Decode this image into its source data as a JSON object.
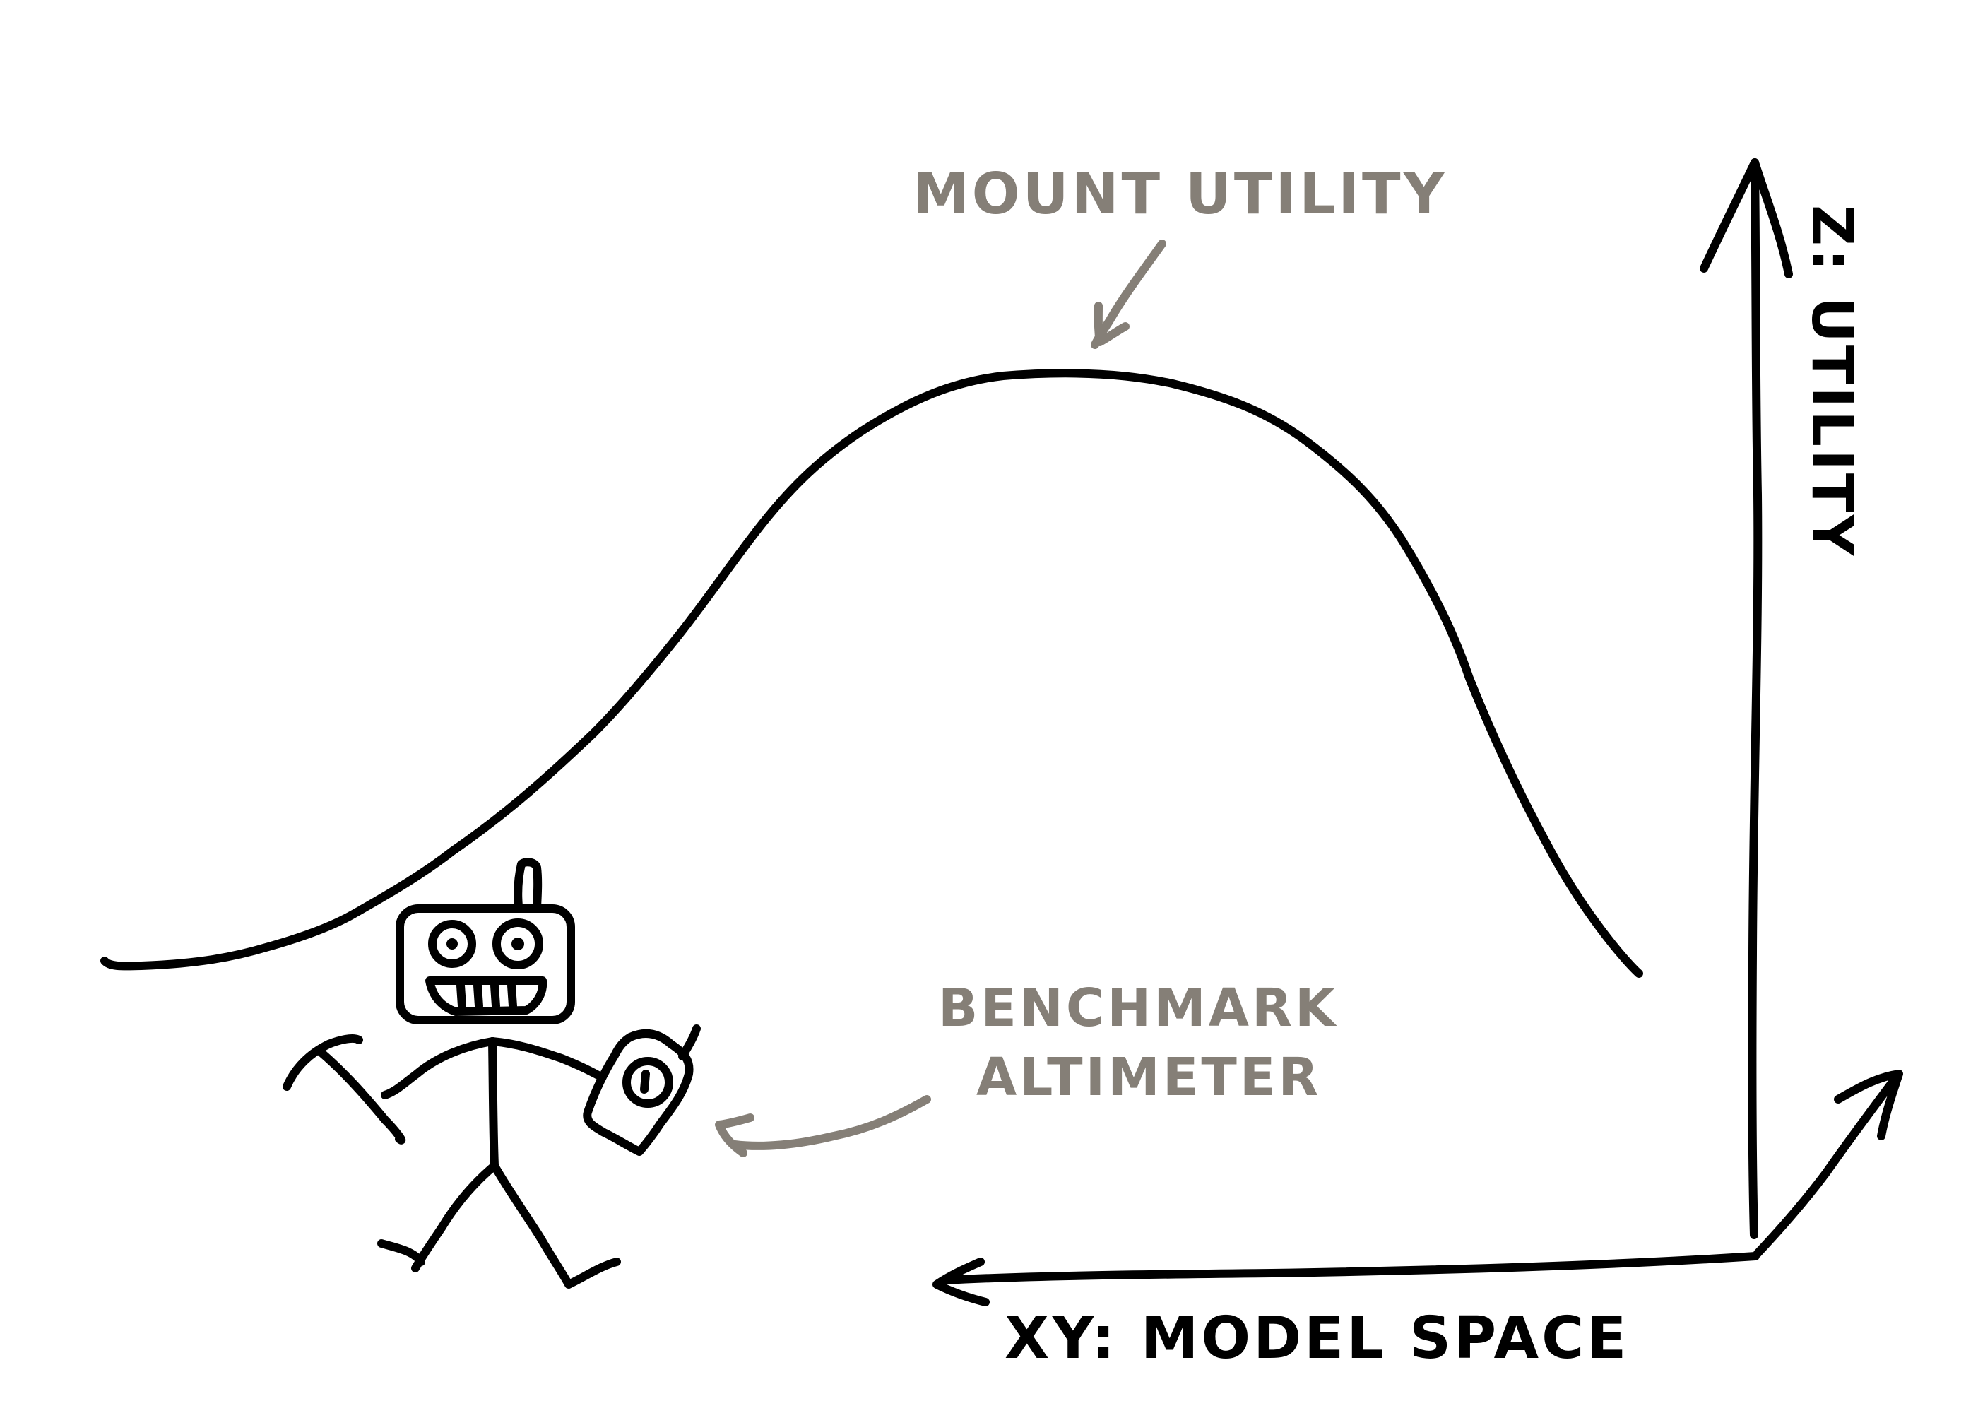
{
  "labels": {
    "peak": "MOUNT UTILITY",
    "altimeter_line1": "BENCHMARK",
    "altimeter_line2": "ALTIMETER",
    "z_axis": "Z: UTILITY",
    "xy_axis": "XY: MODEL SPACE"
  },
  "colors": {
    "ink": "#000000",
    "annotation": "#857f77",
    "background": "#ffffff"
  }
}
